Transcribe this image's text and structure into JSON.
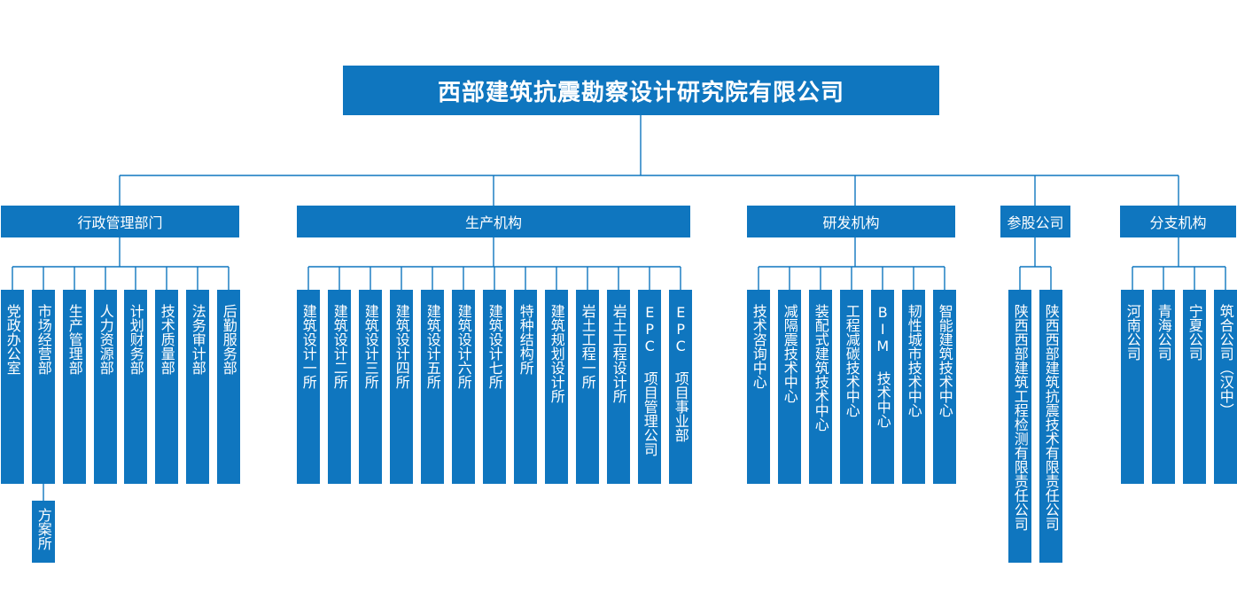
{
  "colors": {
    "box": "#0f76bf",
    "line": "#0f76bf",
    "text": "#ffffff"
  },
  "root": {
    "label": "西部建筑抗震勘察设计研究院有限公司"
  },
  "groups": [
    {
      "label": "行政管理部门",
      "children": [
        "党政办公室",
        "市场经营部",
        "生产管理部",
        "人力资源部",
        "计划财务部",
        "技术质量部",
        "法务审计部",
        "后勤服务部"
      ],
      "sub": {
        "parent_index": 1,
        "label": "方案所"
      }
    },
    {
      "label": "生产机构",
      "children": [
        "建筑设计一所",
        "建筑设计二所",
        "建筑设计三所",
        "建筑设计四所",
        "建筑设计五所",
        "建筑设计六所",
        "建筑设计七所",
        "特种结构所",
        "建筑规划设计所",
        "岩土工程一所",
        "岩土工程设计所",
        "EPC 项目管理公司",
        "EPC 项目事业部"
      ]
    },
    {
      "label": "研发机构",
      "children": [
        "技术咨询中心",
        "减隔震技术中心",
        "装配式建筑技术中心",
        "工程减碳技术中心",
        "BIM 技术中心",
        "韧性城市技术中心",
        "智能建筑技术中心"
      ]
    },
    {
      "label": "参股公司",
      "children": [
        "陕西西部建筑工程检测有限责任公司",
        "陕西西部建筑抗震技术有限责任公司"
      ]
    },
    {
      "label": "分支机构",
      "children": [
        "河南公司",
        "青海公司",
        "宁夏公司",
        "筑合公司（汉中）"
      ]
    }
  ]
}
